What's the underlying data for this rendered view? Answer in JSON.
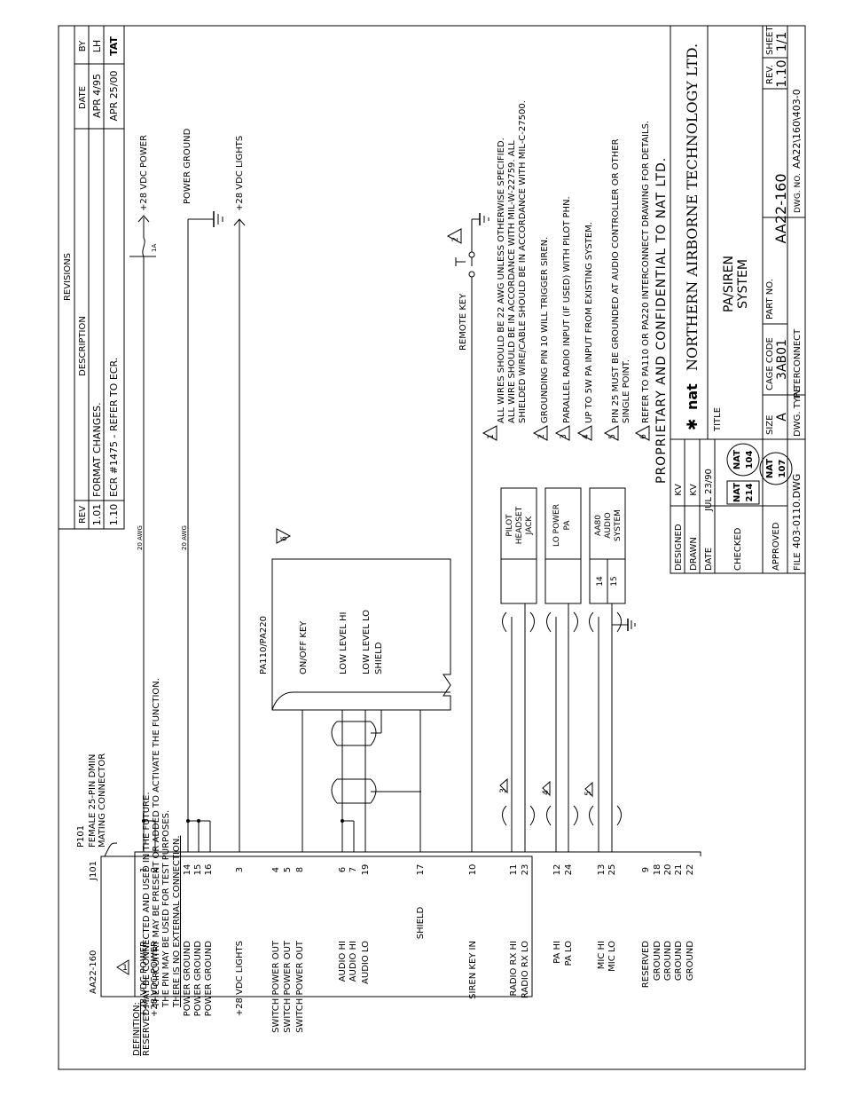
{
  "revisions": {
    "title": "REVISIONS",
    "headers": {
      "rev": "REV",
      "description": "DESCRIPTION",
      "date": "DATE",
      "by": "BY"
    },
    "rows": [
      {
        "rev": "1.01",
        "description": "FORMAT CHANGES.",
        "date": "APR 4/95",
        "by": "LH"
      },
      {
        "rev": "1.10",
        "description": "ECR #1475 - REFER TO ECR.",
        "date": "APR 25/00",
        "by": "TAT"
      }
    ]
  },
  "unit": {
    "name": "AA22-160",
    "jack": "J101",
    "plug_label": "P101",
    "plug_desc_1": "FEMALE 25-PIN DMIN",
    "plug_desc_2": "MATING CONNECTOR"
  },
  "pins": [
    {
      "label": "+28 VDC POWER",
      "pin": "1"
    },
    {
      "label": "+28 VDC POWER",
      "pin": "2"
    },
    {
      "label": "POWER GROUND",
      "pin": "14"
    },
    {
      "label": "POWER GROUND",
      "pin": "15"
    },
    {
      "label": "POWER GROUND",
      "pin": "16"
    },
    {
      "label": "+28 VDC LIGHTS",
      "pin": "3"
    },
    {
      "label": "SWITCH POWER OUT",
      "pin": "4"
    },
    {
      "label": "SWITCH POWER OUT",
      "pin": "5"
    },
    {
      "label": "SWITCH POWER OUT",
      "pin": "8"
    },
    {
      "label": "AUDIO HI",
      "pin": "6"
    },
    {
      "label": "AUDIO HI",
      "pin": "7"
    },
    {
      "label": "AUDIO LO",
      "pin": "19"
    },
    {
      "label": "SHIELD",
      "pin": "17"
    },
    {
      "label": "SIREN KEY IN",
      "pin": "10"
    },
    {
      "label": "RADIO RX HI",
      "pin": "11"
    },
    {
      "label": "RADIO RX LO",
      "pin": "23"
    },
    {
      "label": "PA HI",
      "pin": "12"
    },
    {
      "label": "PA LO",
      "pin": "24"
    },
    {
      "label": "MIC HI",
      "pin": "13"
    },
    {
      "label": "MIC LO",
      "pin": "25"
    },
    {
      "label": "RESERVED",
      "pin": "9"
    },
    {
      "label": "GROUND",
      "pin": "18"
    },
    {
      "label": "GROUND",
      "pin": "20"
    },
    {
      "label": "GROUND",
      "pin": "21"
    },
    {
      "label": "GROUND",
      "pin": "22"
    }
  ],
  "wiring": {
    "wire_20awg_a": "20 AWG",
    "wire_20awg_b": "20 AWG",
    "fuse": "1A",
    "power_28": "+28 VDC POWER",
    "power_ground": "POWER GROUND",
    "lights_28": "+28 VDC LIGHTS",
    "remote_key": "REMOTE KEY"
  },
  "pa_unit": {
    "title": "PA110/PA220",
    "on_off_key": "ON/OFF KEY",
    "low_level_hi": "LOW LEVEL HI",
    "low_level_lo": "LOW LEVEL LO",
    "shield": "SHIELD"
  },
  "external": {
    "headset": [
      "PILOT",
      "HEADSET",
      "JACK"
    ],
    "lo_power": [
      "LO POWER",
      "PA"
    ],
    "aa80": [
      "AA80",
      "AUDIO",
      "SYSTEM"
    ],
    "pin14": "14",
    "pin15": "15"
  },
  "flags": [
    "1",
    "2",
    "3",
    "4",
    "5",
    "6"
  ],
  "notes": [
    {
      "flag": "1",
      "lines": [
        "ALL WIRES SHOULD BE 22 AWG UNLESS OTHERWISE SPECIFIED.",
        "ALL WIRE SHOULD BE IN ACCORDANCE WITH MIL-W-22759. ALL",
        "SHIELDED WIRE/CABLE SHOULD BE IN ACCORDANCE WITH MIL-C-27500."
      ]
    },
    {
      "flag": "2",
      "lines": [
        "GROUNDING PIN 10 WILL TRIGGER SIREN."
      ]
    },
    {
      "flag": "3",
      "lines": [
        "PARALLEL RADIO INPUT (IF USED) WITH PILOT PHN."
      ]
    },
    {
      "flag": "4",
      "lines": [
        "UP TO 5W PA INPUT FROM EXISTING SYSTEM."
      ]
    },
    {
      "flag": "5",
      "lines": [
        "PIN 25 MUST BE GROUNDED AT AUDIO CONTROLLER OR OTHER",
        "SINGLE POINT."
      ]
    },
    {
      "flag": "6",
      "lines": [
        "REFER TO PA110 OR PA220 INTERCONNECT DRAWING FOR DETAILS."
      ]
    }
  ],
  "definitions": {
    "heading": "DEFINITION:",
    "term": "RESERVED:",
    "lines": [
      "MAY BE CONNECTED AND USED IN THE FUTURE.",
      "THE CIRCUITRY MAY BE PRESENT OR ADDED TO ACTIVATE THE FUNCTION.",
      "THE PIN MAY BE USED FOR TEST PURPOSES.",
      "THERE IS NO EXTERNAL CONNECTION."
    ]
  },
  "title_block": {
    "proprietary": "PROPRIETARY AND CONFIDENTIAL TO NAT LTD.",
    "company_logo": "nat",
    "company": "NORTHERN AIRBORNE TECHNOLOGY LTD.",
    "designed_label": "DESIGNED",
    "designed": "KV",
    "drawn_label": "DRAWN",
    "drawn": "KV",
    "date_label": "DATE",
    "date": "JUL 23/90",
    "checked_label": "CHECKED",
    "approved_label": "APPROVED",
    "stamps": [
      {
        "top": "NAT",
        "bottom": "214"
      },
      {
        "top": "NAT",
        "bottom": "104"
      },
      {
        "top": "NAT",
        "bottom": "107"
      }
    ],
    "file_label": "FILE",
    "file": "403-0110.DWG",
    "title_label": "TITLE",
    "title_1": "PA/SIREN",
    "title_2": "SYSTEM",
    "size_label": "SIZE",
    "size": "A",
    "cage_label": "CAGE CODE",
    "cage": "3AB01",
    "part_label": "PART NO.",
    "part": "AA22-160",
    "rev_label": "REV.",
    "rev": "1.10",
    "sheet_label": "SHEET",
    "sheet": "1/1",
    "dwg_type_label": "DWG. TYPE",
    "dwg_type": "INTERCONNECT",
    "dwg_no_label": "DWG. NO.",
    "dwg_no": "AA22\\160\\403-0"
  }
}
